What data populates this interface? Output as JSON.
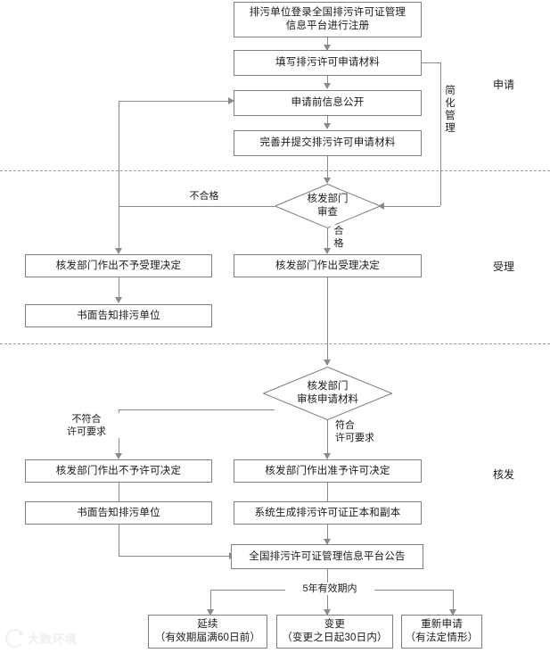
{
  "diagram": {
    "title_present": false,
    "colors": {
      "box_border": "#808080",
      "line": "#8a8a8a",
      "dashed_divider": "#9a9a9a",
      "text": "#1a1a1a",
      "background": "#ffffff",
      "watermark": "#b9b9b9"
    },
    "stage_labels": [
      {
        "key": "apply",
        "label": "申请"
      },
      {
        "key": "accept",
        "label": "受理"
      },
      {
        "key": "issue",
        "label": "核发"
      }
    ],
    "side_label_vertical": "简化管理",
    "nodes": [
      {
        "key": "register",
        "label": "排污单位登录全国排污许可证管理\n信息平台进行注册"
      },
      {
        "key": "fill_materials",
        "label": "填写排污许可申请材料"
      },
      {
        "key": "pre_disclosure",
        "label": "申请前信息公开"
      },
      {
        "key": "submit_materials",
        "label": "完善并提交排污许可申请材料"
      },
      {
        "key": "review_check",
        "label": "核发部门\n审查"
      },
      {
        "key": "no_accept",
        "label": "核发部门作出不予受理决定"
      },
      {
        "key": "notify_1",
        "label": "书面告知排污单位"
      },
      {
        "key": "accept_decision",
        "label": "核发部门作出受理决定"
      },
      {
        "key": "review_apply",
        "label": "核发部门\n审核申请材料"
      },
      {
        "key": "no_permit",
        "label": "核发部门作出不予许可决定"
      },
      {
        "key": "notify_2",
        "label": "书面告知排污单位"
      },
      {
        "key": "grant_permit",
        "label": "核发部门作出准予许可决定"
      },
      {
        "key": "generate_cert",
        "label": "系统生成排污许可证正本和副本"
      },
      {
        "key": "platform_notice",
        "label": "全国排污许可证管理信息平台公告"
      },
      {
        "key": "renew",
        "label": "延续\n（有效期届满60日前）"
      },
      {
        "key": "change",
        "label": "变更\n（变更之日起30日内）"
      },
      {
        "key": "reapply",
        "label": "重新申请\n（有法定情形）"
      }
    ],
    "edge_labels": [
      {
        "key": "fail_check",
        "label": "不合格"
      },
      {
        "key": "pass_check",
        "label": "合\n格"
      },
      {
        "key": "not_conform",
        "label": "不符合\n许可要求"
      },
      {
        "key": "conform",
        "label": "符合\n许可要求"
      },
      {
        "key": "validity_五年",
        "label": "5年有效期内"
      }
    ],
    "watermark": {
      "text": "大数环境",
      "icon": "circle-logo-icon"
    }
  }
}
